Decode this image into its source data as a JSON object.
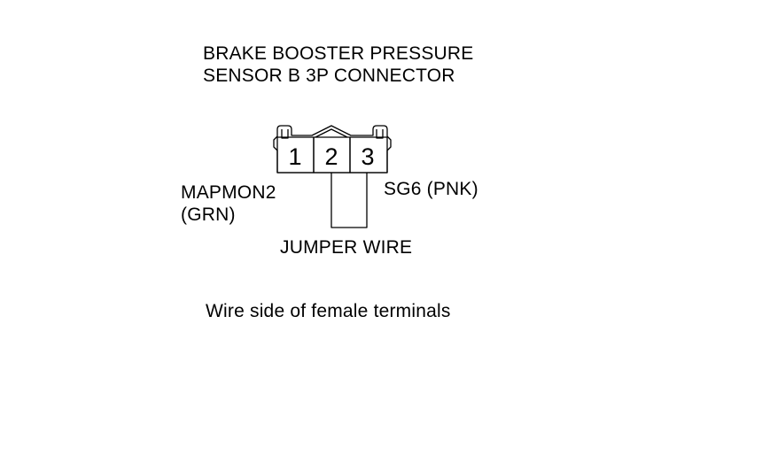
{
  "title": {
    "line1": "BRAKE BOOSTER PRESSURE",
    "line2": "SENSOR B 3P CONNECTOR"
  },
  "connector": {
    "pins": [
      "1",
      "2",
      "3"
    ]
  },
  "wires": {
    "left_line1": "MAPMON2",
    "left_line2": "(GRN)",
    "right": "SG6 (PNK)",
    "jumper": "JUMPER WIRE"
  },
  "caption": "Wire side of female terminals"
}
